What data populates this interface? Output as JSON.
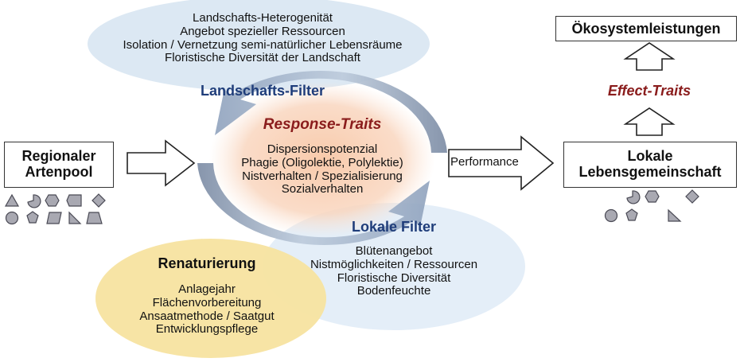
{
  "landscape_factors": {
    "lines": [
      "Landschafts-Heterogenität",
      "Angebot spezieller Ressourcen",
      "Isolation / Vernetzung semi-natürlicher Lebensräume",
      "Floristische Diversität der Landschaft"
    ]
  },
  "landscape_filter": {
    "title": "Landschafts-Filter"
  },
  "response_traits": {
    "title": "Response-Traits",
    "lines": [
      "Dispersionspotenzial",
      "Phagie (Oligolektie, Polylektie)",
      "Nistverhalten / Spezialisierung",
      "Sozialverhalten"
    ]
  },
  "regional_pool": {
    "line1": "Regionaler",
    "line2": "Artenpool"
  },
  "performance": {
    "label": "Performance"
  },
  "local_community": {
    "line1": "Lokale",
    "line2": "Lebensgemeinschaft"
  },
  "ecosystem_services": {
    "label": "Ökosystemleistungen"
  },
  "effect_traits": {
    "label": "Effect-Traits"
  },
  "local_filter": {
    "title": "Lokale Filter",
    "lines": [
      "Blütenangebot",
      "Nistmöglichkeiten / Ressourcen",
      "Floristische Diversität",
      "Bodenfeuchte"
    ]
  },
  "restoration": {
    "title": "Renaturierung",
    "lines": [
      "Anlagejahr",
      "Flächenvorbereitung",
      "Ansaatmethode / Saatgut",
      "Entwicklungspflege"
    ]
  },
  "colors": {
    "landscape_ellipse": "#dce8f3",
    "local_ellipse": "#e4eef8",
    "restoration_ellipse": "#f7e3a0",
    "response_glow": "#f8cdb0",
    "filter_title": "#1f3d7a",
    "trait_title": "#8a1c1c",
    "cycle_arrow": "#9fb0c7",
    "shape_fill": "#a9a9b2",
    "shape_stroke": "#4a4a55"
  },
  "species_icons": {
    "regional": [
      "triangle",
      "pie",
      "hexagon",
      "rectangle",
      "diamond",
      "circle",
      "pentagon",
      "parallelogram",
      "right-triangle",
      "trapezoid"
    ],
    "local": [
      "pie",
      "hexagon",
      "diamond",
      "circle",
      "pentagon",
      "right-triangle"
    ]
  }
}
